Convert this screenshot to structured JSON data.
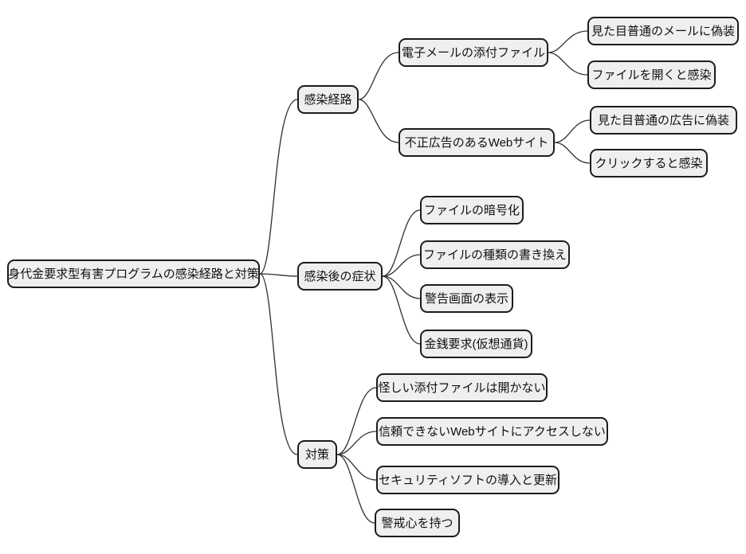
{
  "diagram": {
    "type": "mindmap",
    "colors": {
      "node_fill": "#efefef",
      "node_border": "#1c1c1c",
      "edge_line": "#2f2f2f",
      "text": "#111111",
      "background": "#ffffff"
    },
    "root": {
      "label": "身代金要求型有害プログラムの感染経路と対策"
    },
    "branches": [
      {
        "label": "感染経路",
        "children": [
          {
            "label": "電子メールの添付ファイル",
            "children": [
              {
                "label": "見た目普通のメールに偽装"
              },
              {
                "label": "ファイルを開くと感染"
              }
            ]
          },
          {
            "label": "不正広告のあるWebサイト",
            "children": [
              {
                "label": "見た目普通の広告に偽装"
              },
              {
                "label": "クリックすると感染"
              }
            ]
          }
        ]
      },
      {
        "label": "感染後の症状",
        "children": [
          {
            "label": "ファイルの暗号化"
          },
          {
            "label": "ファイルの種類の書き換え"
          },
          {
            "label": "警告画面の表示"
          },
          {
            "label": "金銭要求(仮想通貨)"
          }
        ]
      },
      {
        "label": "対策",
        "children": [
          {
            "label": "怪しい添付ファイルは開かない"
          },
          {
            "label": "信頼できないWebサイトにアクセスしない"
          },
          {
            "label": "セキュリティソフトの導入と更新"
          },
          {
            "label": "警戒心を持つ"
          }
        ]
      }
    ]
  }
}
